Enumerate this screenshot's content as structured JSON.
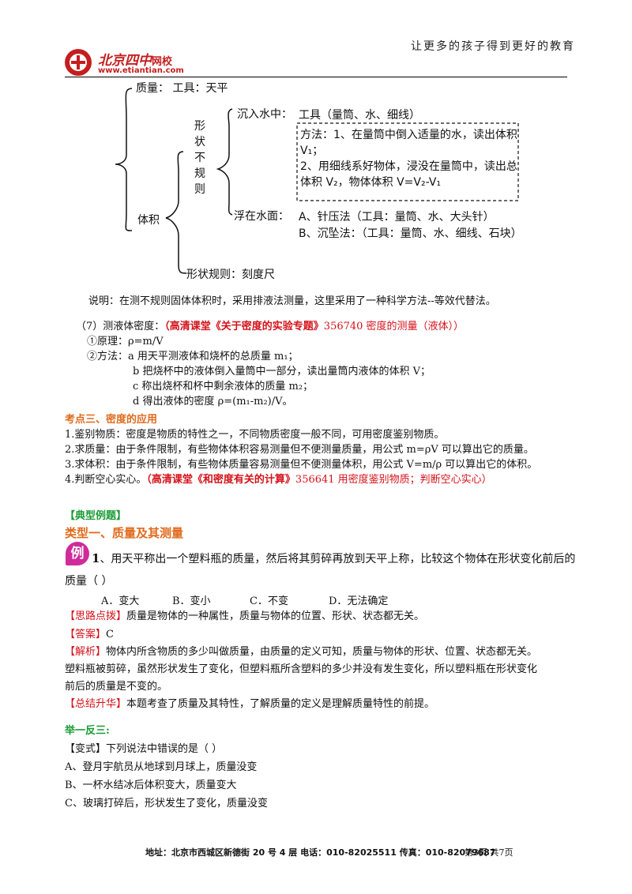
{
  "header": {
    "logo_name": "北京四中网校",
    "logo_cn": "北京四中",
    "logo_suffix": "网校",
    "logo_url": "www.etiantian.com",
    "slogan": "让更多的孩子得到更好的教育"
  },
  "diagram": {
    "mass": "质量：   工具：天平",
    "volume": "体积",
    "irregular": [
      "形",
      "状",
      "不",
      "规",
      "则"
    ],
    "sink": "沉入水中：",
    "sink_tool": "工具（量筒、水、细线）",
    "method_1a": "方法：1、在量筒中倒入适量的水，读出体积",
    "method_1b": "V₁；",
    "method_2a": "2、用细线系好物体，浸没在量筒中，读出总",
    "method_2b": "体积 V₂，物体体积 V=V₂-V₁",
    "float": "浮在水面：",
    "float_a": "A、针压法（工具：量筒、水、大头针）",
    "float_b": "B、沉坠法：（工具：量筒、水、细线、石块）",
    "regular": "形状规则：刻度尺"
  },
  "content": {
    "note": "说明：在测不规则固体体积时，采用排液法测量，这里采用了一种科学方法--等效代替法。",
    "s7_prefix": "（7）测液体密度：",
    "s7_link": "（高清课堂《关于密度的实验专题》",
    "s7_code": "356740 密度的测量（液体））",
    "principle": "①原理：ρ=m/V",
    "method_a": "②方法：a 用天平测液体和烧杯的总质量 m₁；",
    "method_b": "b 把烧杯中的液体倒入量筒中一部分，读出量筒内液体的体积 V；",
    "method_c": "c 称出烧杯和杯中剩余液体的质量 m₂；",
    "method_d": "d 得出液体的密度 ρ=(m₁-m₂)/V。",
    "kp3_title": "考点三、密度的应用",
    "kp3_1": "1.鉴别物质：密度是物质的特性之一，不同物质密度一般不同，可用密度鉴别物质。",
    "kp3_2": "2.求质量：由于条件限制，有些物体体积容易测量但不便测量质量，用公式 m=ρV 可以算出它的质量。",
    "kp3_3": "3.求体积：由于条件限制，有些物体质量容易测量但不便测量体积，用公式 V=m/ρ 可以算出它的体积。",
    "kp3_4_prefix": "4.判断空心实心。",
    "kp3_4_link": "（高清课堂《和密度有关的计算》",
    "kp3_4_code": "356641 用密度鉴别物质；判断空心实心）",
    "examples_title": "【典型例题】",
    "type1_title": "类型一、质量及其测量",
    "ex_badge": "例",
    "q1_num": "1",
    "q1_line1": "、用天平称出一个塑料瓶的质量，然后将其剪碎再放到天平上称，比较这个物体在形状变化前后的",
    "q1_line2": "质量（    ）",
    "opt_a": "A．变大",
    "opt_b": "B．变小",
    "opt_c": "C．不变",
    "opt_d": "D．无法确定",
    "hint_label": "【思路点拨】",
    "hint_text": "质量是物体的一种属性，质量与物体的位置、形状、状态都无关。",
    "answer_label": "【答案】",
    "answer_text": "C",
    "analysis_label": "【解析】",
    "analysis_1": "物体内所含物质的多少叫做质量，由质量的定义可知，质量与物体的形状、位置、状态都无关。",
    "analysis_2": "塑料瓶被剪碎，虽然形状发生了变化，但塑料瓶所含塑料的多少并没有发生变化，所以塑料瓶在形状变化",
    "analysis_3": "前后的质量是不变的。",
    "summary_label": "【总结升华】",
    "summary_text": "本题考查了质量及其特性，了解质量的定义是理解质量特性的前提。",
    "practice_title": "举一反三:",
    "variant": "【变式】下列说法中错误的是（    ）",
    "va": "A、登月宇航员从地球到月球上，质量没变",
    "vb": "B、一杯水结冰后体积变大，质量变大",
    "vc": "C、玻璃打碎后，形状发生了变化，质量没变"
  },
  "footer": {
    "address": "地址：北京市西城区新德街 20 号 4 层  电话：010-82025511  传真：010-82079687",
    "page": "第3页  共7页"
  },
  "colors": {
    "red": "#d4121a",
    "green": "#1a9b35",
    "orange": "#e06a1c",
    "logo_red": "#c41e1e"
  }
}
